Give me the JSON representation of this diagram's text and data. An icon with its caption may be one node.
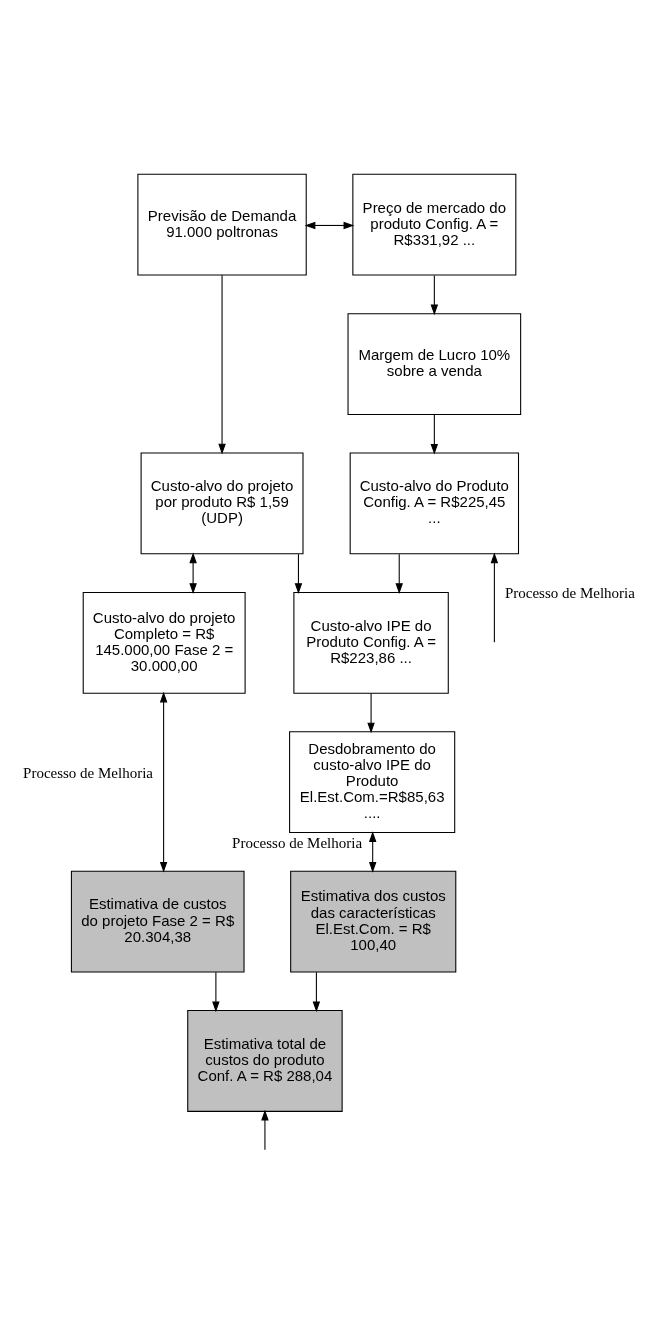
{
  "diagram": {
    "nodes": [
      {
        "text": [
          "Previsão de Demanda 91.000 poltronas"
        ]
      },
      {
        "text": [
          "Preço de mercado do produto Config. A = R$331,92 ..."
        ]
      },
      {
        "text": [
          "Margem de Lucro 10% sobre a venda"
        ]
      },
      {
        "text": [
          "Custo-alvo do Produto Config. A = R$225,45 ..."
        ]
      },
      {
        "text": [
          "Custo-alvo do projeto por produto R$ 1,59 (UDP)"
        ]
      },
      {
        "text": [
          "Custo-alvo IPE do Produto Config. A = R$223,86 ..."
        ]
      },
      {
        "text": [
          "Custo-alvo do projeto Completo = R$ 145.000,00 Fase 2 = 30.000,00"
        ]
      },
      {
        "text": [
          "Desdobramento do custo-alvo IPE do Produto El.Est.Com.=R$85,63 ...."
        ]
      },
      {
        "text": [
          "Estimativa de custos do projeto Fase 2 = R$ 20.304,38"
        ]
      },
      {
        "text": [
          "Estimativa dos custos das características El.Est.Com. = R$ 100,40"
        ]
      },
      {
        "text": [
          "Estimativa total de custos do produto Conf. A = R$ 288,04"
        ]
      }
    ],
    "edges": [
      {
        "from": 0,
        "to": 1,
        "arrow": "both"
      },
      {
        "from": 1,
        "to": 2,
        "arrow": "to"
      },
      {
        "from": 2,
        "to": 3,
        "arrow": "to"
      },
      {
        "from": 0,
        "to": 4,
        "arrow": "to"
      },
      {
        "from": 3,
        "to": 5,
        "arrow": "to"
      },
      {
        "from": 4,
        "to": 5,
        "arrow": "to"
      },
      {
        "from": 4,
        "to": 6,
        "arrow": "both"
      },
      {
        "from": 5,
        "to": 7,
        "arrow": "to"
      },
      {
        "from": 6,
        "to": 8,
        "arrow": "both",
        "label": "Processo de Melhoria"
      },
      {
        "from": 7,
        "to": 9,
        "arrow": "both",
        "label": "Processo de Melhoria"
      },
      {
        "from": 8,
        "to": 10,
        "arrow": "to"
      },
      {
        "from": 9,
        "to": 10,
        "arrow": "to"
      },
      {
        "from": null,
        "to": 10,
        "arrow": "to"
      },
      {
        "from": null,
        "to": 3,
        "arrow": "to",
        "label": "Processo de Melhoria"
      }
    ]
  }
}
